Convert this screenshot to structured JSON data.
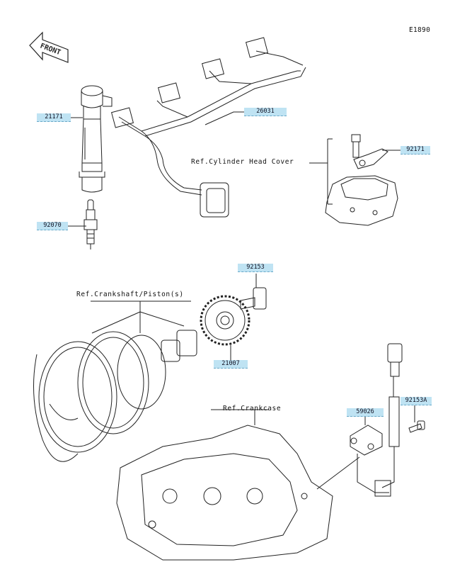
{
  "diagram_code": "E1890",
  "direction_label": "FRONT",
  "references": [
    "Ref.Cylinder Head Cover",
    "Ref.Crankshaft/Piston(s)",
    "Ref.Crankcase"
  ],
  "parts": [
    "21171",
    "26031",
    "92171",
    "92070",
    "92153",
    "21007",
    "59026",
    "92153A"
  ],
  "colors": {
    "part_label_bg": "#bfe3f3",
    "line": "#222222"
  }
}
